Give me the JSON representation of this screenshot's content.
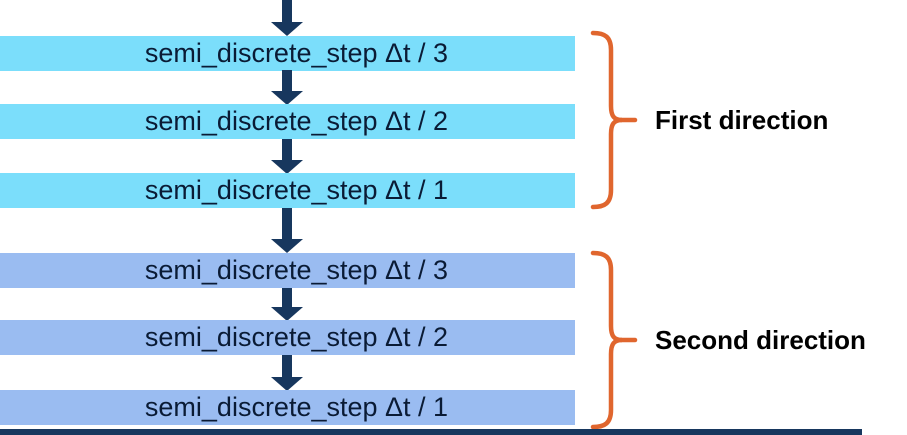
{
  "diagram": {
    "first_section": {
      "group_label": "First direction",
      "steps": [
        {
          "label": "semi_discrete_step Δt / 3"
        },
        {
          "label": "semi_discrete_step Δt / 2"
        },
        {
          "label": "semi_discrete_step Δt / 1"
        }
      ]
    },
    "second_section": {
      "group_label": "Second direction",
      "steps": [
        {
          "label": "semi_discrete_step Δt / 3"
        },
        {
          "label": "semi_discrete_step Δt / 2"
        },
        {
          "label": "semi_discrete_step Δt / 1"
        }
      ]
    }
  },
  "icons": {
    "flow_arrows": "arrow-down-icon",
    "group_markers": "curly-brace-icon"
  },
  "colors": {
    "box_cyan": "#7bdefb",
    "box_blue": "#9abcf1",
    "arrow_navy": "#17375e",
    "bracket_orange": "#e0662e",
    "box_text": "#0a1b35",
    "label_text": "#000000"
  }
}
